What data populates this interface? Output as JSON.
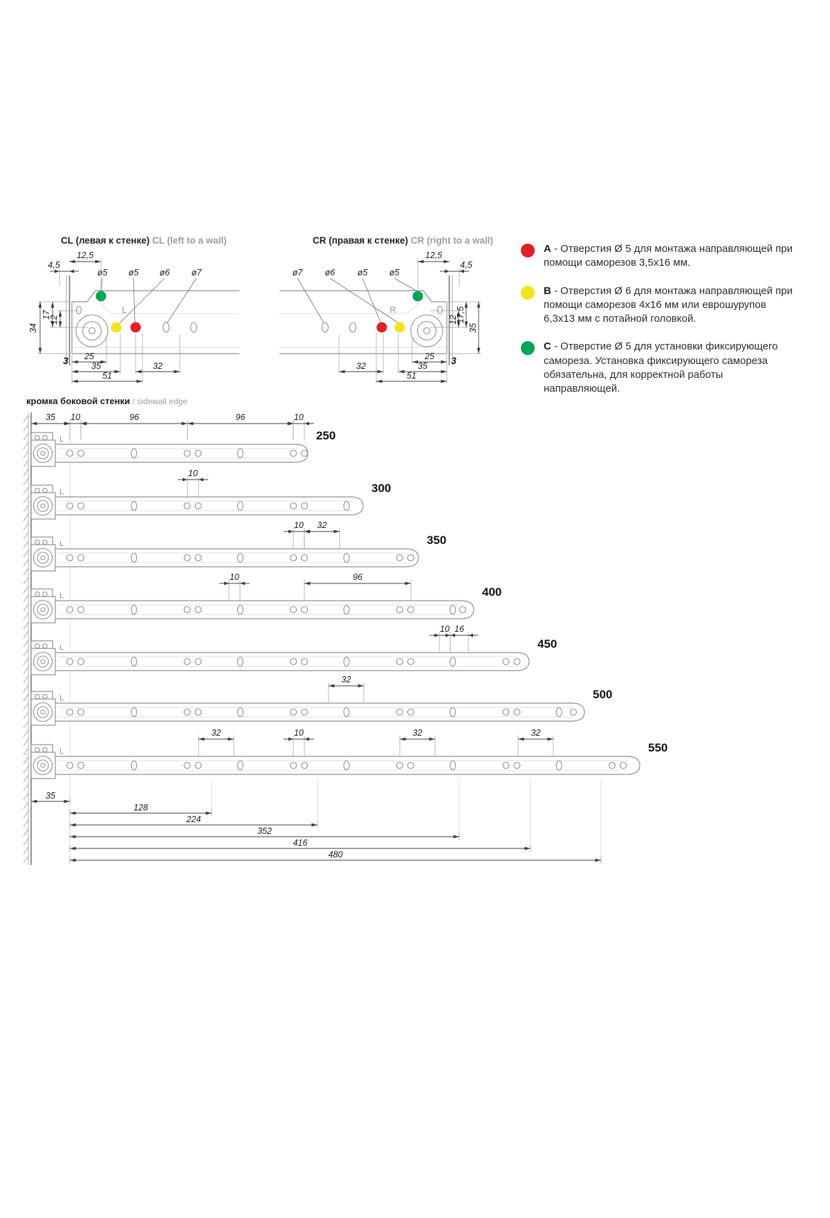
{
  "colors": {
    "red": "#e31e24",
    "yellow": "#f5e31c",
    "green": "#00a651"
  },
  "titles": {
    "cl_bold": "CL (левая к стенке)",
    "cl_gray": "CL (left to a wall)",
    "cr_bold": "CR (правая к стенке)",
    "cr_gray": "CR (right to a wall)"
  },
  "cl": {
    "letter": "L",
    "top1": "12,5",
    "top2": "4,5",
    "dia": [
      "ø5",
      "ø5",
      "ø6",
      "ø7"
    ],
    "left": [
      "17",
      "12",
      "34"
    ],
    "bottom": [
      "3",
      "25",
      "35",
      "51",
      "32"
    ]
  },
  "cr": {
    "letter": "R",
    "top1": "12,5",
    "top2": "4,5",
    "dia": [
      "ø7",
      "ø6",
      "ø5",
      "ø5"
    ],
    "right": [
      "12",
      "17,5",
      "35"
    ],
    "bottom": [
      "32",
      "25",
      "35",
      "51",
      "3"
    ]
  },
  "legend": {
    "items": [
      {
        "letter": "A",
        "text": "- Отверстия Ø 5 для монтажа направляющей при помощи саморезов 3,5х16 мм.",
        "color": "#e31e24"
      },
      {
        "letter": "B",
        "text": "- Отверстия Ø 6 для монтажа направляющей при помощи саморезов 4х16 мм или еврошурупов 6,3х13 мм с потайной головкой.",
        "color": "#f5e31c"
      },
      {
        "letter": "C",
        "text": "- Отверстие Ø 5 для установки фиксирующего самореза. Установка фиксирующего самореза обязательна, для корректной работы направляющей.",
        "color": "#00a651"
      }
    ]
  },
  "sidewall": {
    "bold": "кромка боковой стенки",
    "gray": "/ sidewall edge"
  },
  "top_dims": [
    "35",
    "10",
    "96",
    "96",
    "10"
  ],
  "slides": [
    {
      "length": "250",
      "letter": "L",
      "dims": []
    },
    {
      "length": "300",
      "letter": "L",
      "dims": [
        "10"
      ]
    },
    {
      "length": "350",
      "letter": "L",
      "dims": [
        "10",
        "32"
      ]
    },
    {
      "length": "400",
      "letter": "L",
      "dims": [
        "10",
        "96"
      ]
    },
    {
      "length": "450",
      "letter": "L",
      "dims": [
        "10",
        "16"
      ]
    },
    {
      "length": "500",
      "letter": "L",
      "dims": [
        "32"
      ]
    },
    {
      "length": "550",
      "letter": "L",
      "dims": [
        "32",
        "10",
        "32",
        "32"
      ]
    }
  ],
  "bottom_dims": [
    "35",
    "128",
    "224",
    "352",
    "416",
    "480"
  ]
}
